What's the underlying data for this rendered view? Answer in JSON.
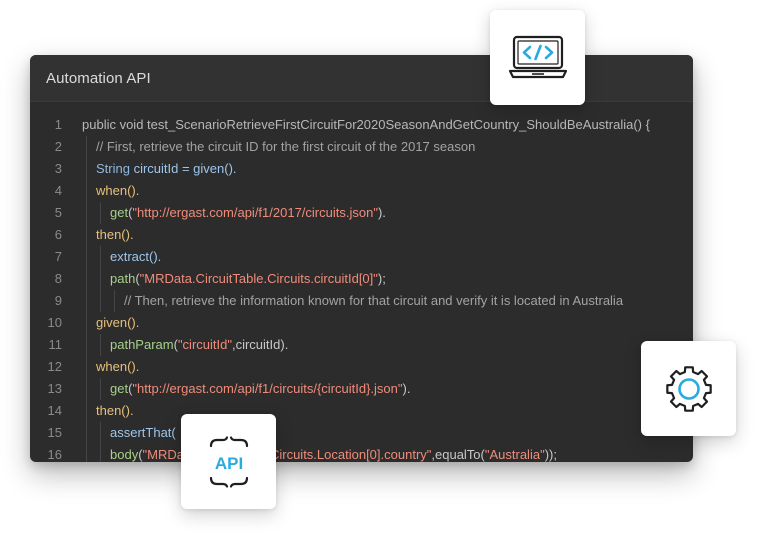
{
  "editor": {
    "title": "Automation API"
  },
  "code_lines": [
    {
      "n": "1",
      "indent": 0,
      "tokens": [
        {
          "t": "public void test_ScenarioRetrieveFirstCircuitFor2020SeasonAndGetCountry_ShouldBeAustralia() {",
          "c": "plain"
        }
      ]
    },
    {
      "n": "2",
      "indent": 1,
      "tokens": [
        {
          "t": "// First, retrieve the circuit ID for the first circuit of the 2017 season",
          "c": "comment"
        }
      ]
    },
    {
      "n": "3",
      "indent": 1,
      "tokens": [
        {
          "t": "String ",
          "c": "type"
        },
        {
          "t": "circuitId = given().",
          "c": "ident"
        }
      ]
    },
    {
      "n": "4",
      "indent": 1,
      "tokens": [
        {
          "t": "when().",
          "c": "kw"
        }
      ]
    },
    {
      "n": "5",
      "indent": 2,
      "tokens": [
        {
          "t": "get",
          "c": "fn"
        },
        {
          "t": "(",
          "c": "punct"
        },
        {
          "t": "\"http://ergast.com/api/f1/2017/circuits.json\"",
          "c": "str"
        },
        {
          "t": ").",
          "c": "punct"
        }
      ]
    },
    {
      "n": "6",
      "indent": 1,
      "tokens": [
        {
          "t": "then().",
          "c": "kw"
        }
      ]
    },
    {
      "n": "7",
      "indent": 2,
      "tokens": [
        {
          "t": "extract().",
          "c": "ident"
        }
      ]
    },
    {
      "n": "8",
      "indent": 2,
      "tokens": [
        {
          "t": "path",
          "c": "fn"
        },
        {
          "t": "(",
          "c": "punct"
        },
        {
          "t": "\"MRData.CircuitTable.Circuits.circuitId[0]\"",
          "c": "str"
        },
        {
          "t": ");",
          "c": "punct"
        }
      ]
    },
    {
      "n": "9",
      "indent": 3,
      "tokens": [
        {
          "t": "// Then, retrieve the information known for that circuit and verify it is located in Australia",
          "c": "comment"
        }
      ]
    },
    {
      "n": "10",
      "indent": 1,
      "tokens": [
        {
          "t": "given().",
          "c": "kw"
        }
      ]
    },
    {
      "n": "11",
      "indent": 2,
      "tokens": [
        {
          "t": "pathParam",
          "c": "fn"
        },
        {
          "t": "(",
          "c": "punct"
        },
        {
          "t": "\"circuitId\"",
          "c": "str"
        },
        {
          "t": ",circuitId).",
          "c": "punct"
        }
      ]
    },
    {
      "n": "12",
      "indent": 1,
      "tokens": [
        {
          "t": "when().",
          "c": "kw"
        }
      ]
    },
    {
      "n": "13",
      "indent": 2,
      "tokens": [
        {
          "t": "get",
          "c": "fn"
        },
        {
          "t": "(",
          "c": "punct"
        },
        {
          "t": "\"http://ergast.com/api/f1/circuits/{circuitId}.json\"",
          "c": "str"
        },
        {
          "t": ").",
          "c": "punct"
        }
      ]
    },
    {
      "n": "14",
      "indent": 1,
      "tokens": [
        {
          "t": "then().",
          "c": "kw"
        }
      ]
    },
    {
      "n": "15",
      "indent": 2,
      "tokens": [
        {
          "t": "assertThat(",
          "c": "ident"
        }
      ]
    },
    {
      "n": "16",
      "indent": 2,
      "tokens": [
        {
          "t": "body",
          "c": "fn"
        },
        {
          "t": "(",
          "c": "punct"
        },
        {
          "t": "\"MRData.CircuitTable.Circuits.Location[0].country\"",
          "c": "str"
        },
        {
          "t": ",equalTo(",
          "c": "punct"
        },
        {
          "t": "\"Australia\"",
          "c": "str"
        },
        {
          "t": "));",
          "c": "punct"
        }
      ]
    }
  ],
  "cards": {
    "api_label": "API",
    "laptop_icon": "laptop-code-icon",
    "gear_icon": "gear-icon",
    "api_icon": "api-braces-icon"
  },
  "colors": {
    "editor_bg": "#2c2c2d",
    "header_bg": "#323233",
    "accent_blue": "#29abe2",
    "icon_dark": "#1f1f1f"
  }
}
